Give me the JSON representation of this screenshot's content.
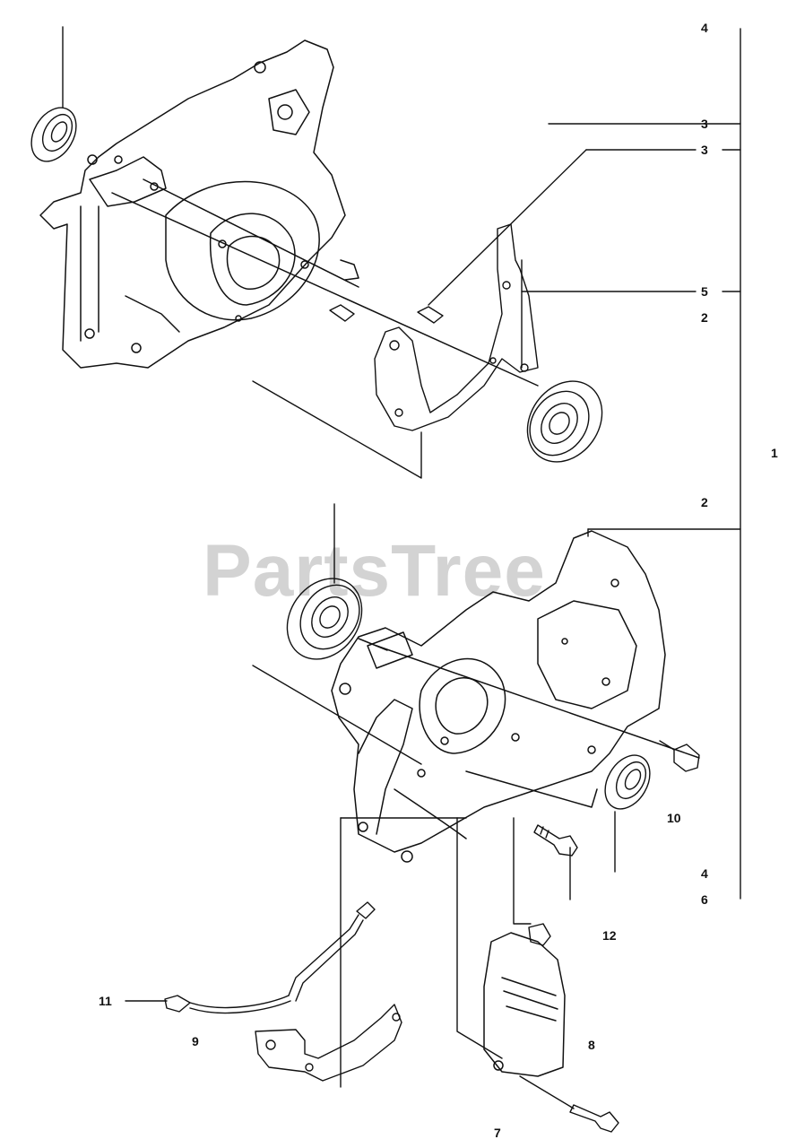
{
  "watermark": "PartsTree",
  "callouts": {
    "c4_top": "4",
    "c3_a": "3",
    "c3_b": "3",
    "c5": "5",
    "c2_a": "2",
    "c1": "1",
    "c2_b": "2",
    "c10": "10",
    "c4_bottom": "4",
    "c6": "6",
    "c12": "12",
    "c11": "11",
    "c9": "9",
    "c8": "8",
    "c7": "7"
  }
}
